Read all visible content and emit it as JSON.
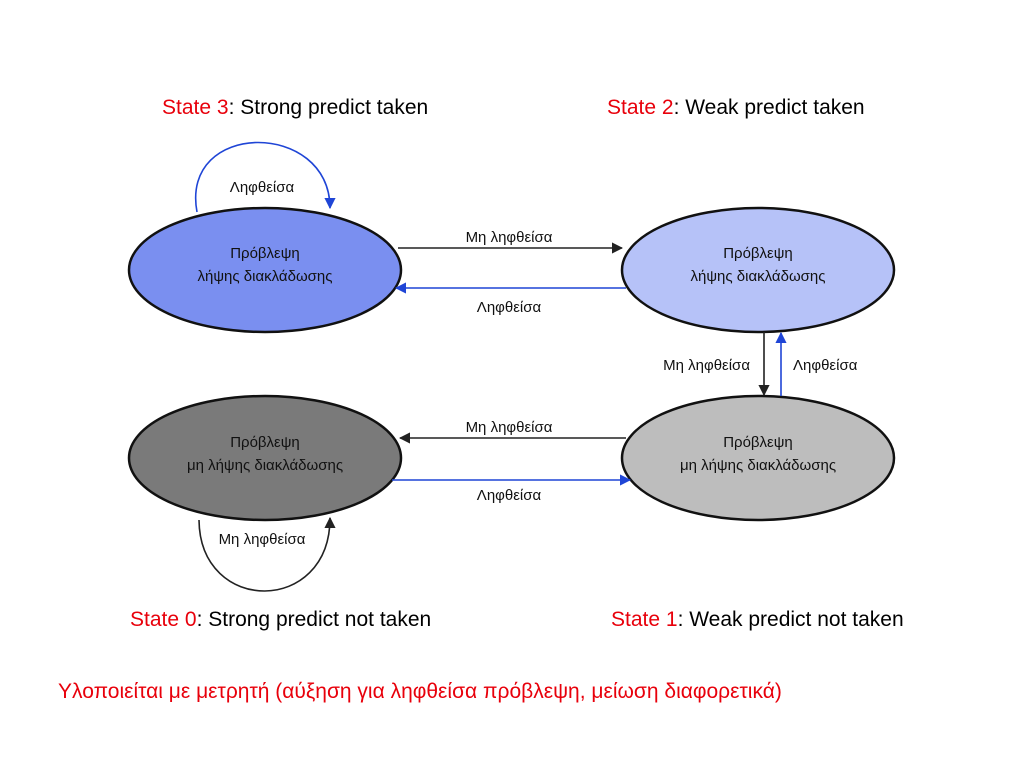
{
  "captions": {
    "state3": {
      "state": "State 3",
      "desc": ": Strong predict  taken"
    },
    "state2": {
      "state": "State 2",
      "desc": ":  Weak predict  taken"
    },
    "state0": {
      "state": "State 0",
      "desc": ": Strong predict not taken"
    },
    "state1": {
      "state": "State 1",
      "desc": ": Weak predict not taken"
    }
  },
  "nodes": {
    "strong_taken": {
      "line1": "Πρόβλεψη",
      "line2": "λήψης διακλάδωσης",
      "color": "#7a8ff0"
    },
    "weak_taken": {
      "line1": "Πρόβλεψη",
      "line2": "λήψης διακλάδωσης",
      "color": "#b6c2f8"
    },
    "strong_not_taken": {
      "line1": "Πρόβλεψη",
      "line2": "μη λήψης διακλάδωσης",
      "color": "#7a7a7a"
    },
    "weak_not_taken": {
      "line1": "Πρόβλεψη",
      "line2": "μη λήψης διακλάδωσης",
      "color": "#bdbdbd"
    }
  },
  "edges": {
    "s3_self": "Ληφθείσα",
    "s3_to_s2": "Μη ληφθείσα",
    "s2_to_s3": "Ληφθείσα",
    "s2_to_s1": "Μη ληφθείσα",
    "s1_to_s2": "Ληφθείσα",
    "s1_to_s0": "Μη ληφθείσα",
    "s0_to_s1": "Ληφθείσα",
    "s0_self": "Μη ληφθείσα"
  },
  "footer": "Υλοποιείται με μετρητή (αύξηση για ληφθείσα πρόβλεψη, μείωση διαφορετικά)",
  "colors": {
    "state_label": "#e8000b",
    "taken_arrow": "#1f45d6",
    "not_taken_arrow": "#222222"
  }
}
